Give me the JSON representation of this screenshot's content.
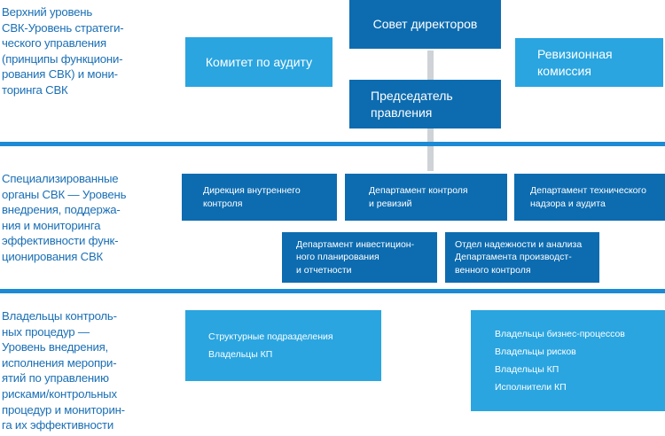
{
  "levels": {
    "top": "Верхний уровень\nСВК-Уровень стратеги-\nческого управления\n(принципы функциони-\nрования СВК) и мони-\nторинга СВК",
    "middle": "Специализированные\nорганы СВК — Уровень\nвнедрения, поддержа-\nния и мониторинга\nэффективности функ-\nционирования СВК",
    "bottom": "Владельцы контроль-\nных процедур —\nУровень внедрения,\nисполнения меропри-\nятий по управлению\nрисками/контрольных\nпроцедур и мониторин-\nга их эффективности"
  },
  "top_boxes": {
    "board": "Совет директоров",
    "audit_committee": "Комитет по аудиту",
    "revision_commission": "Ревизионная\nкомиссия",
    "chairman": "Председатель\nправления"
  },
  "mid_boxes": {
    "internal_control": "Дирекция внутреннего\nконтроля",
    "control_revision": "Департамент контроля\nи ревизий",
    "tech_supervision": "Департамент технического\nнадзора и аудита",
    "investment": "Департамент инвестицион-\nного планирования\nи отчетности",
    "reliability": "Отдел надежности и анализа\nДепартамента производст-\nвенного контроля"
  },
  "bottom_boxes": {
    "left": "Структурные подразделения\nВладельцы КП",
    "right": "Владельцы бизнес-процессов\nВладельцы рисков\nВладельцы КП\nИсполнители КП"
  }
}
